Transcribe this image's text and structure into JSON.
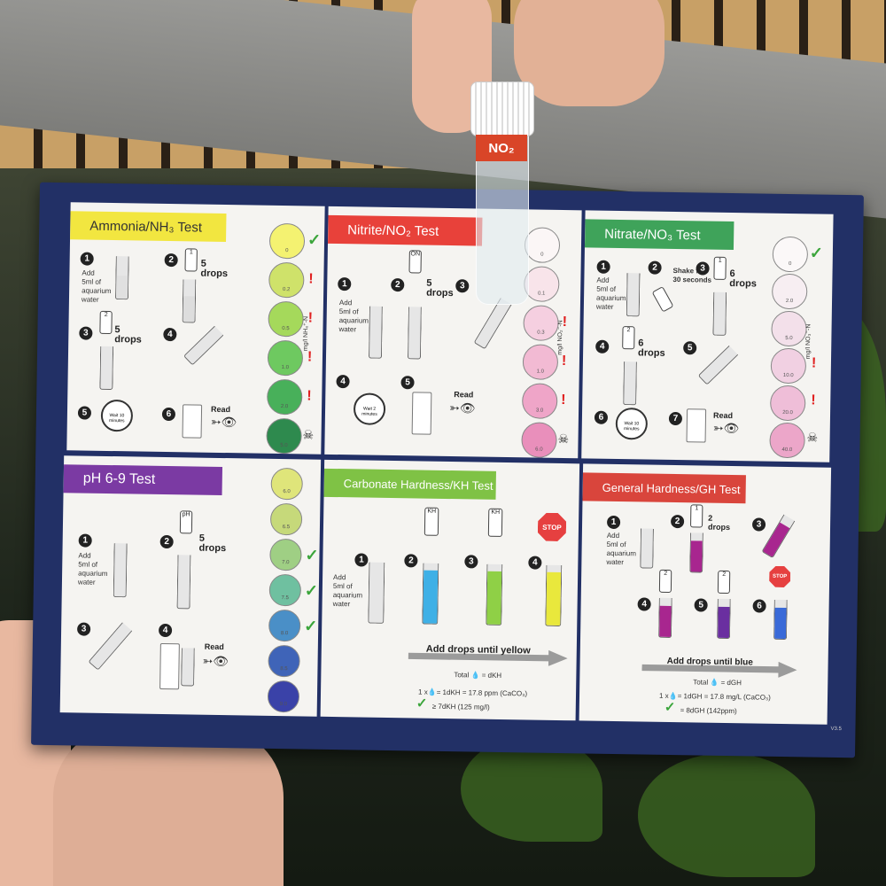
{
  "panels": {
    "ammonia": {
      "title": "Ammonia/NH₃ Test",
      "add_text": "Add\n5ml of\naquarium\nwater",
      "drops": "5\ndrops",
      "wait": "Wait 10\nminutes",
      "read": "Read",
      "unit": "mg/l NH₄⁺-N",
      "scale": [
        "0",
        "0.2",
        "0.5",
        "1.0",
        "2.0",
        "5.0"
      ]
    },
    "nitrite": {
      "title": "Nitrite/NO₂ Test",
      "add_text": "Add\n5ml of\naquarium\nwater",
      "drops": "5\ndrops",
      "wait": "Wait 2\nminutes",
      "read": "Read",
      "unit": "mg/l NO₂⁻-N",
      "scale": [
        "0",
        "0.1",
        "0.3",
        "1.0",
        "3.0",
        "6.0"
      ]
    },
    "nitrate": {
      "title": "Nitrate/NO₃ Test",
      "add_text": "Add\n5ml of\naquarium\nwater",
      "shake": "Shake for\n30 seconds",
      "drops_a": "6\ndrops",
      "drops_b": "6\ndrops",
      "wait": "Wait 10\nminutes",
      "read": "Read",
      "unit": "mg/l NO₃⁻-N",
      "scale": [
        "0",
        "2.0",
        "5.0",
        "10.0",
        "20.0",
        "40.0"
      ]
    },
    "ph": {
      "title": "pH 6-9 Test",
      "add_text": "Add\n5ml of\naquarium\nwater",
      "drops": "5\ndrops",
      "read": "Read",
      "scale": [
        "6.0",
        "6.5",
        "7.0",
        "7.5",
        "8.0",
        "8.5",
        "9.0"
      ]
    },
    "kh": {
      "title": "Carbonate Hardness/KH Test",
      "add_text": "Add\n5ml of\naquarium\nwater",
      "stop": "STOP",
      "instruction": "Add drops until yellow",
      "total": "Total 💧 = dKH",
      "formula": "1 x💧= 1dKH = 17.8 ppm (CaCO₃)",
      "target": "≥ 7dKH (125 mg/l)"
    },
    "gh": {
      "title": "General Hardness/GH Test",
      "add_text": "Add\n5ml of\naquarium\nwater",
      "drops": "2\ndrops",
      "stop": "STOP",
      "instruction": "Add drops until blue",
      "total": "Total 💧 = dGH",
      "formula": "1 x💧= 1dGH = 17.8 mg/L (CaCO₃)",
      "target": "≈ 8dGH (142ppm)"
    }
  },
  "vial": {
    "label": "NO₂"
  },
  "version": "V3.5",
  "colors": {
    "board": "#223066",
    "ammonia_header": "#f2e640",
    "nitrite_header": "#e8413a",
    "nitrate_header": "#3fa35a",
    "ph_header": "#7b3aa3",
    "kh_header": "#7fc245",
    "gh_header": "#d9453c"
  }
}
